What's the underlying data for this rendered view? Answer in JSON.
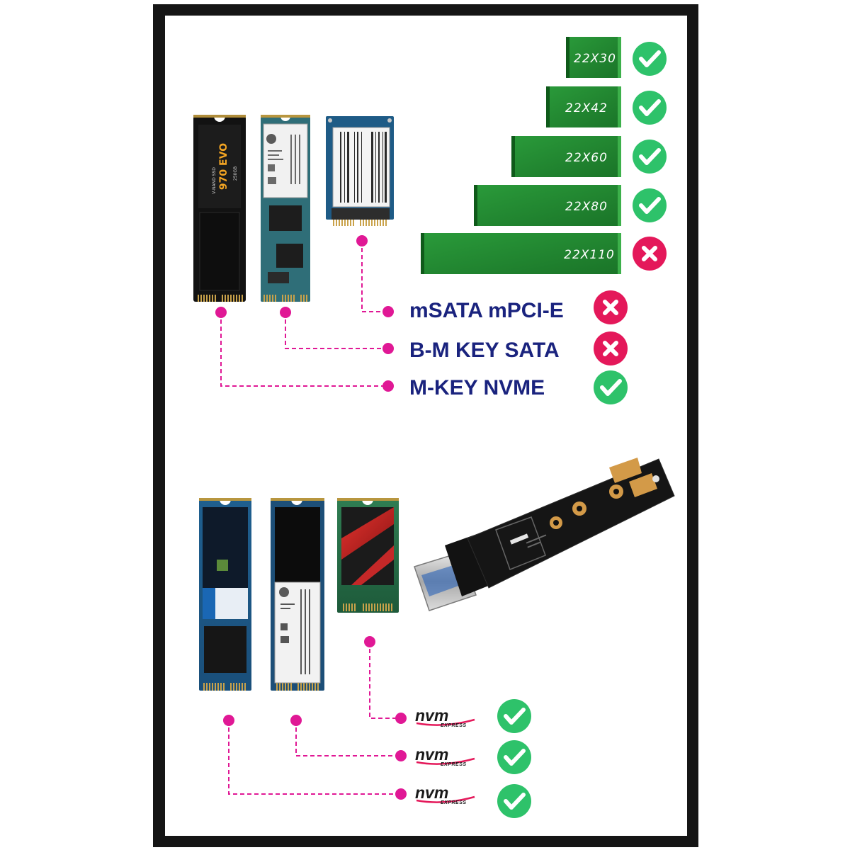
{
  "sizes": [
    {
      "label": "22X30",
      "status": "check"
    },
    {
      "label": "22X42",
      "status": "check"
    },
    {
      "label": "22X60",
      "status": "check"
    },
    {
      "label": "22X80",
      "status": "check"
    },
    {
      "label": "22X110",
      "status": "cross"
    }
  ],
  "interfaces": [
    {
      "label": "mSATA mPCI-E",
      "status": "cross"
    },
    {
      "label": "B-M KEY SATA",
      "status": "cross"
    },
    {
      "label": "M-KEY NVME",
      "status": "check"
    }
  ],
  "nvme_rows": [
    {
      "logo": "nvm",
      "sub": "EXPRESS",
      "status": "check"
    },
    {
      "logo": "nvm",
      "sub": "EXPRESS",
      "status": "check"
    },
    {
      "logo": "nvm",
      "sub": "EXPRESS",
      "status": "check"
    }
  ],
  "drive_labels": {
    "evo_brand": "970 EVO",
    "evo_capacity": "250GB",
    "evo_small": "V-NAND SSD"
  },
  "colors": {
    "check": "#2ec26a",
    "cross": "#e4185a",
    "connector_line": "#e01895",
    "size_bar": "#1f8a2e",
    "interface_text": "#1a237e"
  }
}
